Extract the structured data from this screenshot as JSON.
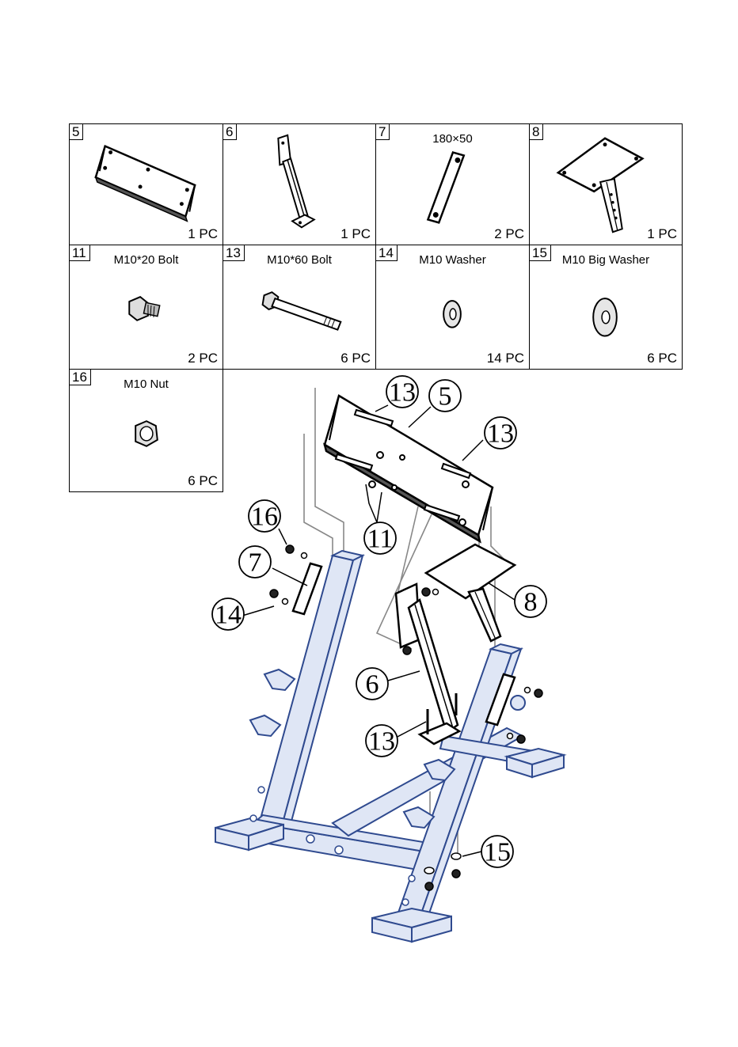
{
  "parts": [
    {
      "number": "5",
      "title": "",
      "qty": "1 PC",
      "icon": "plate-bracket-icon"
    },
    {
      "number": "6",
      "title": "",
      "qty": "1 PC",
      "icon": "support-leg-icon"
    },
    {
      "number": "7",
      "title": "180×50",
      "qty": "2 PC",
      "icon": "flat-bar-icon"
    },
    {
      "number": "8",
      "title": "",
      "qty": "1 PC",
      "icon": "square-plate-post-icon"
    },
    {
      "number": "11",
      "title": "M10*20 Bolt",
      "qty": "2 PC",
      "icon": "short-bolt-icon"
    },
    {
      "number": "13",
      "title": "M10*60 Bolt",
      "qty": "6 PC",
      "icon": "long-bolt-icon"
    },
    {
      "number": "14",
      "title": "M10 Washer",
      "qty": "14 PC",
      "icon": "washer-icon"
    },
    {
      "number": "15",
      "title": "M10 Big Washer",
      "qty": "6 PC",
      "icon": "big-washer-icon"
    },
    {
      "number": "16",
      "title": "M10 Nut",
      "qty": "6 PC",
      "icon": "nut-icon"
    }
  ],
  "callouts": [
    {
      "label": "13"
    },
    {
      "label": "5"
    },
    {
      "label": "13"
    },
    {
      "label": "11"
    },
    {
      "label": "16"
    },
    {
      "label": "7"
    },
    {
      "label": "14"
    },
    {
      "label": "8"
    },
    {
      "label": "6"
    },
    {
      "label": "13"
    },
    {
      "label": "15"
    }
  ],
  "colors": {
    "frame": "#2f4a8f",
    "frame_fill": "#dfe6f5",
    "line": "#000000"
  }
}
